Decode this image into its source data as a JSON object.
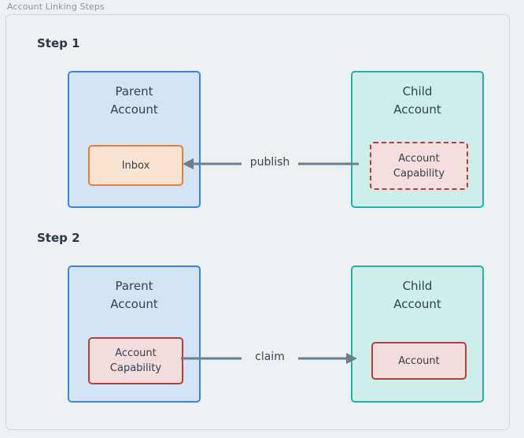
{
  "diagram": {
    "label": "Account Linking Steps",
    "frame_border_color": "#ccd6e0",
    "background_color": "#eef1f4"
  },
  "steps": [
    {
      "heading": "Step 1",
      "left_node": {
        "title": "Parent\nAccount",
        "fill": "#d3e4f7",
        "border": "#3d85d6",
        "inner": {
          "label": "Inbox",
          "fill": "#fbe3d2",
          "border": "#e3813c",
          "border_style": "solid"
        }
      },
      "right_node": {
        "title": "Child\nAccount",
        "fill": "#cdeeea",
        "border": "#26b0a4",
        "inner": {
          "label": "Account\nCapability",
          "fill": "#f6dede",
          "border": "#b1403f",
          "border_style": "dashed"
        }
      },
      "connector": {
        "label": "publish",
        "direction": "right-to-left",
        "color": "#6b7d8f"
      }
    },
    {
      "heading": "Step 2",
      "left_node": {
        "title": "Parent\nAccount",
        "fill": "#d3e4f7",
        "border": "#3d85d6",
        "inner": {
          "label": "Account\nCapability",
          "fill": "#f2dcdc",
          "border": "#b1403f",
          "border_style": "solid"
        }
      },
      "right_node": {
        "title": "Child\nAccount",
        "fill": "#cdeeea",
        "border": "#26b0a4",
        "inner": {
          "label": "Account",
          "fill": "#f2dcdc",
          "border": "#b1403f",
          "border_style": "solid"
        }
      },
      "connector": {
        "label": "claim",
        "direction": "left-to-right",
        "color": "#6b7d8f"
      }
    }
  ]
}
